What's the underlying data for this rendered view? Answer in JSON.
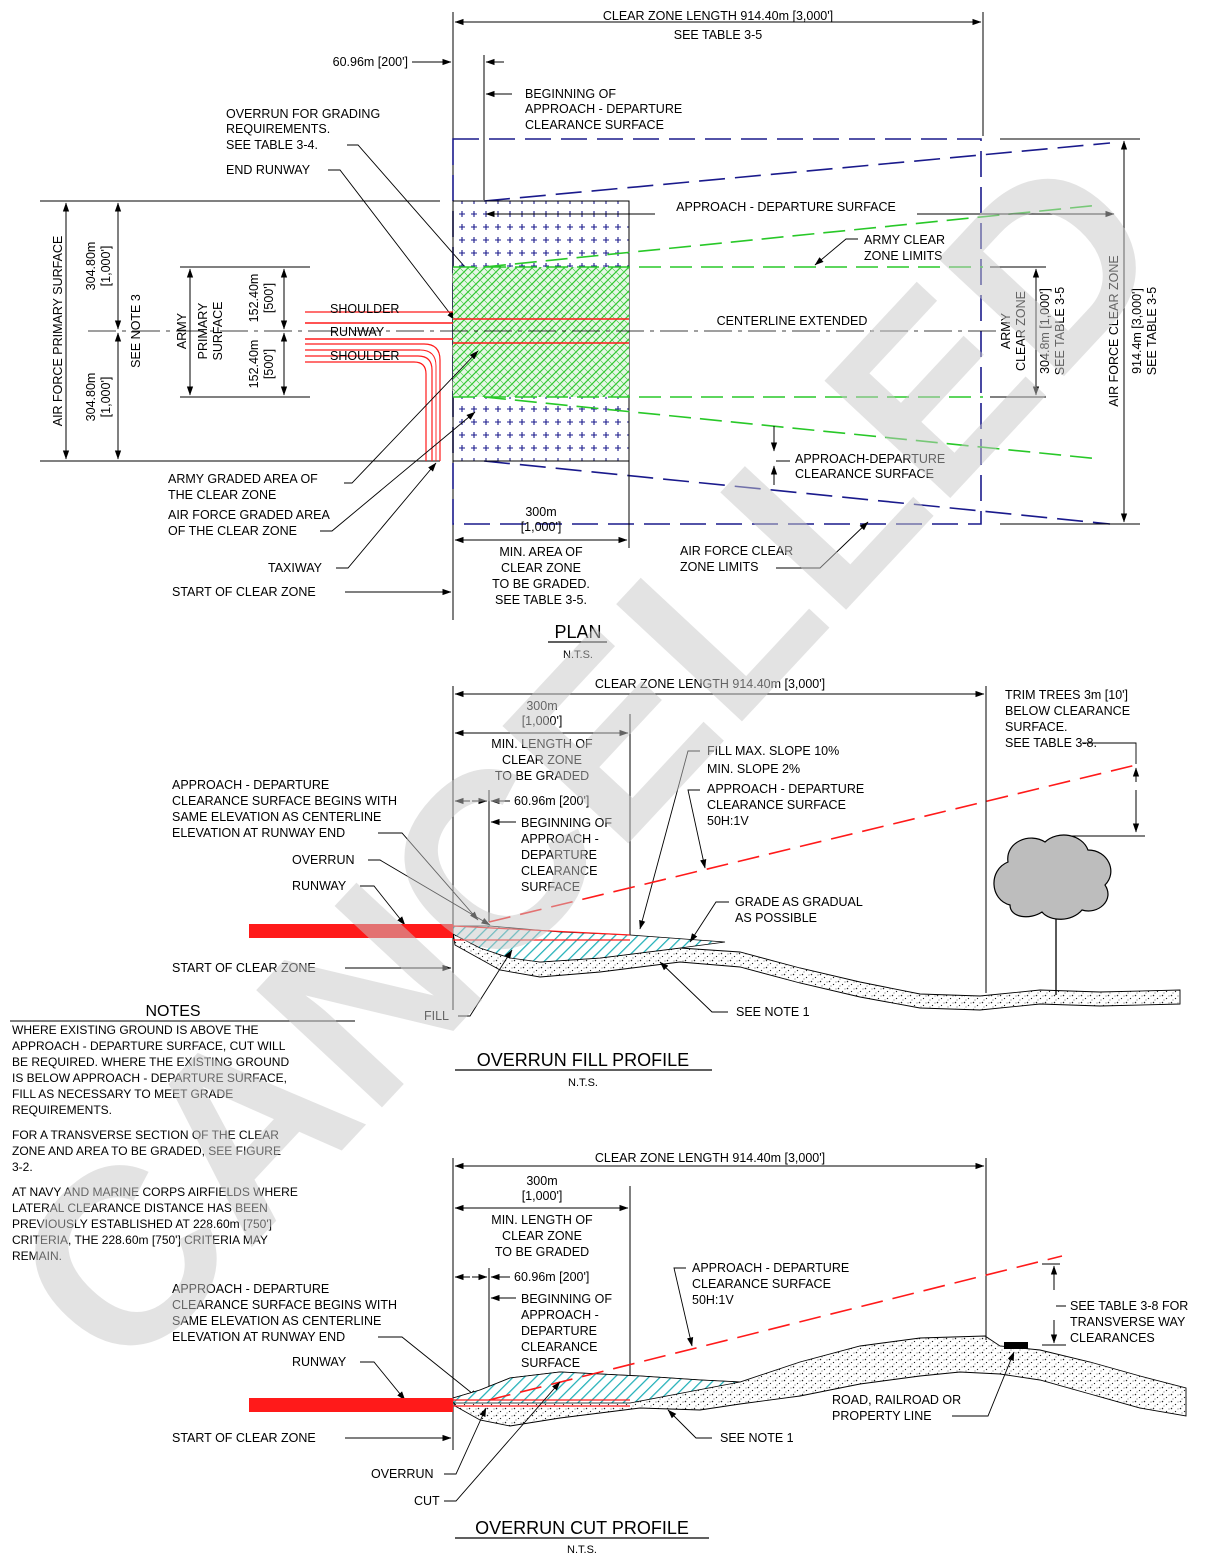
{
  "watermark": "CANCELLED",
  "colors": {
    "approach_surface": "#1a1a8c",
    "army_clear_zone": "#28c828",
    "runway": "#ff1a1a",
    "fill_hatch": "#20b0b8",
    "tree": "#bdbdbd"
  },
  "plan": {
    "top_dim_1": "CLEAR ZONE LENGTH 914.40m [3,000']",
    "top_dim_2": "SEE TABLE 3-5",
    "dim_60": "60.96m [200']",
    "begin_1": "BEGINNING OF",
    "begin_2": "APPROACH - DEPARTURE",
    "begin_3": "CLEARANCE SURFACE",
    "overrun_1": "OVERRUN FOR GRADING",
    "overrun_2": "REQUIREMENTS.",
    "overrun_3": "SEE TABLE 3-4.",
    "end_runway": "END RUNWAY",
    "approach_surface": "APPROACH - DEPARTURE SURFACE",
    "army_limits_1": "ARMY CLEAR",
    "army_limits_2": "ZONE LIMITS",
    "centerline": "CENTERLINE EXTENDED",
    "shoulder_top": "SHOULDER",
    "runway": "RUNWAY",
    "shoulder_bottom": "SHOULDER",
    "af_primary": "AIR FORCE PRIMARY SURFACE",
    "af_304_top_1": "304.80m",
    "af_304_top_2": "[1,000']",
    "af_304_bot_1": "304.80m",
    "af_304_bot_2": "[1,000']",
    "see_note3": "SEE NOTE 3",
    "army_primary_1": "ARMY",
    "army_primary_2": "PRIMARY",
    "army_primary_3": "SURFACE",
    "army_152_top_1": "152.40m",
    "army_152_top_2": "[500']",
    "army_152_bot_1": "152.40m",
    "army_152_bot_2": "[500']",
    "army_cz_1": "ARMY",
    "army_cz_2": "CLEAR ZONE",
    "army_cz_3": "304.8m [1,000']",
    "army_cz_4": "SEE TABLE 3-5",
    "af_cz_1": "AIR FORCE CLEAR ZONE",
    "af_cz_2": "914.4m [3,000']",
    "af_cz_3": "SEE TABLE 3-5",
    "adcs_1": "APPROACH-DEPARTURE",
    "adcs_2": "CLEARANCE SURFACE",
    "army_graded_1": "ARMY GRADED AREA OF",
    "army_graded_2": "THE CLEAR ZONE",
    "af_graded_1": "AIR FORCE GRADED AREA",
    "af_graded_2": "OF THE CLEAR ZONE",
    "taxiway": "TAXIWAY",
    "start_cz": "START OF CLEAR ZONE",
    "dim300_1": "300m",
    "dim300_2": "[1,000']",
    "min_area_1": "MIN. AREA OF",
    "min_area_2": "CLEAR ZONE",
    "min_area_3": "TO BE GRADED.",
    "min_area_4": "SEE TABLE 3-5.",
    "af_limits_1": "AIR FORCE CLEAR",
    "af_limits_2": "ZONE LIMITS",
    "title": "PLAN",
    "nts": "N.T.S."
  },
  "fill": {
    "top_dim": "CLEAR ZONE LENGTH 914.40m [3,000']",
    "dim300_1": "300m",
    "dim300_2": "[1,000']",
    "min_len_1": "MIN. LENGTH OF",
    "min_len_2": "CLEAR ZONE",
    "min_len_3": "TO BE GRADED",
    "trim_1": "TRIM TREES  3m [10']",
    "trim_2": "BELOW CLEARANCE",
    "trim_3": "SURFACE.",
    "trim_4": "SEE TABLE 3-8.",
    "slope_1": "FILL MAX. SLOPE 10%",
    "slope_2": "MIN. SLOPE 2%",
    "adcs_1": "APPROACH - DEPARTURE",
    "adcs_2": "CLEARANCE SURFACE",
    "adcs_3": "50H:1V",
    "begins_1": "APPROACH - DEPARTURE",
    "begins_2": "CLEARANCE SURFACE BEGINS WITH",
    "begins_3": "SAME ELEVATION AS CENTERLINE",
    "begins_4": "ELEVATION AT RUNWAY END",
    "dim_60": "60.96m [200']",
    "begin_1": "BEGINNING OF",
    "begin_2": "APPROACH -",
    "begin_3": "DEPARTURE",
    "begin_4": "CLEARANCE",
    "begin_5": "SURFACE",
    "overrun": "OVERRUN",
    "runway": "RUNWAY",
    "grade_1": "GRADE AS GRADUAL",
    "grade_2": "AS POSSIBLE",
    "start_cz": "START OF CLEAR ZONE",
    "fill": "FILL",
    "see_note1": "SEE NOTE 1",
    "title": "OVERRUN FILL PROFILE",
    "nts": "N.T.S."
  },
  "notes": {
    "heading": "NOTES",
    "n1_1": "WHERE EXISTING GROUND IS ABOVE THE",
    "n1_2": "APPROACH - DEPARTURE SURFACE, CUT WILL",
    "n1_3": "BE REQUIRED.  WHERE THE EXISTING GROUND",
    "n1_4": "IS BELOW APPROACH - DEPARTURE SURFACE,",
    "n1_5": "FILL AS NECESSARY TO MEET GRADE",
    "n1_6": "REQUIREMENTS.",
    "n2_1": "FOR A TRANSVERSE SECTION OF THE CLEAR",
    "n2_2": "ZONE AND AREA TO BE GRADED, SEE FIGURE",
    "n2_3": "3-2.",
    "n3_1": "AT NAVY AND MARINE CORPS AIRFIELDS WHERE",
    "n3_2": "LATERAL CLEARANCE DISTANCE HAS BEEN",
    "n3_3": "PREVIOUSLY ESTABLISHED AT 228.60m [750']",
    "n3_4": "CRITERIA, THE 228.60m [750'] CRITERIA MAY",
    "n3_5": "REMAIN."
  },
  "cut": {
    "top_dim": "CLEAR ZONE LENGTH 914.40m [3,000']",
    "dim300_1": "300m",
    "dim300_2": "[1,000']",
    "min_len_1": "MIN. LENGTH OF",
    "min_len_2": "CLEAR ZONE",
    "min_len_3": "TO BE GRADED",
    "adcs_1": "APPROACH - DEPARTURE",
    "adcs_2": "CLEARANCE SURFACE",
    "adcs_3": "50H:1V",
    "see38_1": "SEE TABLE 3-8 FOR",
    "see38_2": "TRANSVERSE WAY",
    "see38_3": "CLEARANCES",
    "begins_1": "APPROACH - DEPARTURE",
    "begins_2": "CLEARANCE SURFACE BEGINS WITH",
    "begins_3": "SAME ELEVATION AS CENTERLINE",
    "begins_4": "ELEVATION AT RUNWAY END",
    "dim_60": "60.96m [200']",
    "begin_1": "BEGINNING OF",
    "begin_2": "APPROACH -",
    "begin_3": "DEPARTURE",
    "begin_4": "CLEARANCE",
    "begin_5": "SURFACE",
    "runway": "RUNWAY",
    "road_1": "ROAD, RAILROAD OR",
    "road_2": "PROPERTY LINE",
    "start_cz": "START OF CLEAR ZONE",
    "see_note1": "SEE NOTE 1",
    "overrun": "OVERRUN",
    "cut": "CUT",
    "title": "OVERRUN CUT PROFILE",
    "nts": "N.T.S."
  }
}
